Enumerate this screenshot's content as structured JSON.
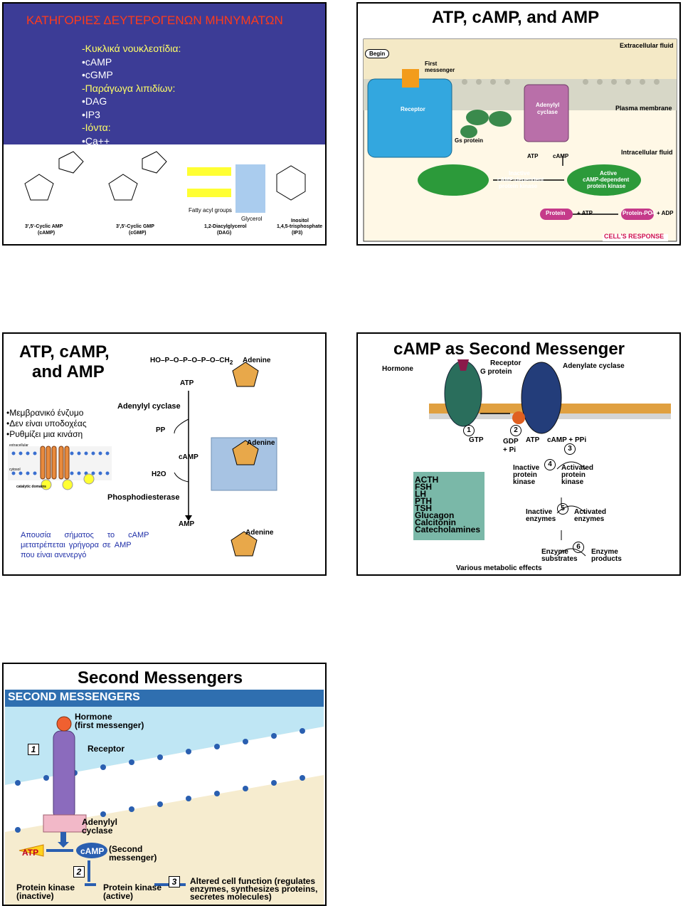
{
  "slide1": {
    "title": "ΚΑΤΗΓΟΡΙΕΣ ΔΕΥΤΕΡΟΓΕΝΩΝ ΜΗΝΥΜΑΤΩΝ",
    "lines": [
      "-Κυκλικά νουκλεοτίδια:",
      "•cAMP",
      "•cGMP",
      "-Παράγωγα λιπιδίων:",
      "•DAG",
      "•IP3",
      "-Ιόντα:",
      "•Ca++"
    ],
    "captions": [
      "3',5'-Cyclic AMP",
      "(cAMP)",
      "3',5'-Cyclic GMP",
      "(cGMP)",
      "1,2-Diacylglycerol",
      "(DAG)",
      "Inositol",
      "1,4,5-trisphosphate",
      "(IP3)"
    ],
    "fatty": "Fatty acyl groups",
    "glycerol": "Glycerol"
  },
  "slide2": {
    "title": "ATP, cAMP, and AMP",
    "begin": "Begin",
    "first_messenger": [
      "First",
      "messenger"
    ],
    "extracellular": "Extracellular fluid",
    "receptor": "Receptor",
    "adenylyl": [
      "Adenylyl",
      "cyclase"
    ],
    "plasma": "Plasma membrane",
    "gs": "Gs protein",
    "intracellular": "Intracellular fluid",
    "atp": "ATP",
    "camp": "cAMP",
    "inactive": [
      "Inactive",
      "cAMP-dependent",
      "protein kinase"
    ],
    "active": [
      "Active",
      "cAMP-dependent",
      "protein kinase"
    ],
    "protein": "Protein",
    "plus_atp": "+ ATP",
    "protein_po4": "Protein-PO4",
    "plus_adp": "+ ADP",
    "response": "CELL'S RESPONSE"
  },
  "slide3": {
    "title": [
      "ATP, cAMP,",
      "and AMP"
    ],
    "bullets": [
      "•Μεμβρανικό ένζυμο",
      "•Δεν είναι υποδοχέας",
      "•Ρυθμίζει μια κινάση"
    ],
    "adenylyl": "Adenylyl cyclase",
    "pp": "PP",
    "camp": "cAMP",
    "h2o": "H2O",
    "pde": "Phosphodiesterase",
    "amp": "AMP",
    "atp": "ATP",
    "adenine": "Adenine",
    "extracellular": "extracellular",
    "cytosol": "cytosol",
    "catalytic": "catalytic domains",
    "note": [
      "Απουσία σήματος το cAMP",
      "μετατρέπεται γρήγορα σε AMP",
      "που είναι ανενεργό"
    ]
  },
  "slide4": {
    "title": "cAMP as Second Messenger",
    "hormone": "Hormone",
    "receptor": "Receptor",
    "gprotein": "G protein",
    "adenylate": "Adenylate cyclase",
    "steps": [
      "1",
      "2",
      "3",
      "4",
      "5",
      "6"
    ],
    "gtp": "GTP",
    "gdp": "GDP",
    "pi": "+ Pi",
    "atp": "ATP",
    "camp_pp": "cAMP + PPi",
    "hormones": [
      "ACTH",
      "FSH",
      "LH",
      "PTH",
      "TSH",
      "Glucagon",
      "Calcitonin",
      "Catecholamines"
    ],
    "inactive_pk": [
      "Inactive",
      "protein",
      "kinase"
    ],
    "activated_pk": [
      "Activated",
      "protein",
      "kinase"
    ],
    "inactive_enz": [
      "Inactive",
      "enzymes"
    ],
    "activated_enz": [
      "Activated",
      "enzymes"
    ],
    "substrates": [
      "Enzyme",
      "substrates"
    ],
    "products": [
      "Enzyme",
      "products"
    ],
    "effects": "Various metabolic effects"
  },
  "slide5": {
    "title": "Second Messengers",
    "banner": "SECOND MESSENGERS",
    "hormone": [
      "Hormone",
      "(first messenger)"
    ],
    "receptor": "Receptor",
    "adenylyl": [
      "Adenylyl",
      "cyclase"
    ],
    "atp": "ATP",
    "camp": "cAMP",
    "second": [
      "(Second",
      "messenger)"
    ],
    "pk_inactive": [
      "Protein kinase",
      "(inactive)"
    ],
    "pk_active": [
      "Protein kinase",
      "(active)"
    ],
    "altered": [
      "Altered cell function (regulates",
      "enzymes, synthesizes proteins,",
      "secretes molecules)"
    ],
    "steps": [
      "1",
      "2",
      "3"
    ]
  }
}
